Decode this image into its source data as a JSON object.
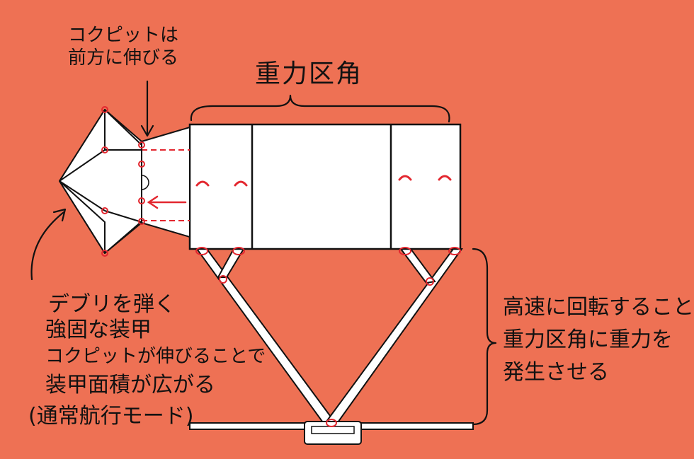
{
  "labels": {
    "cockpit_note_line1": "コクピットは",
    "cockpit_note_line2": "前方に伸びる",
    "gravity_title": "重力区角",
    "left_line1": "デブリを弾く",
    "left_line2": "強固な装甲",
    "left_line3": "コクピットが伸びることで",
    "left_line4": "装甲面積が広がる",
    "left_line5": "(通常航行モード)",
    "right_line1": "高速に回転することで",
    "right_line2": "重力区角に重力を",
    "right_line3": "発生させる"
  },
  "colors": {
    "background": "#ee7154",
    "ink": "#111111",
    "white": "#ffffff",
    "accent_red": "#e3272f",
    "window_blue": "#8ed3f0",
    "cat_gray": "#7a8a95"
  }
}
